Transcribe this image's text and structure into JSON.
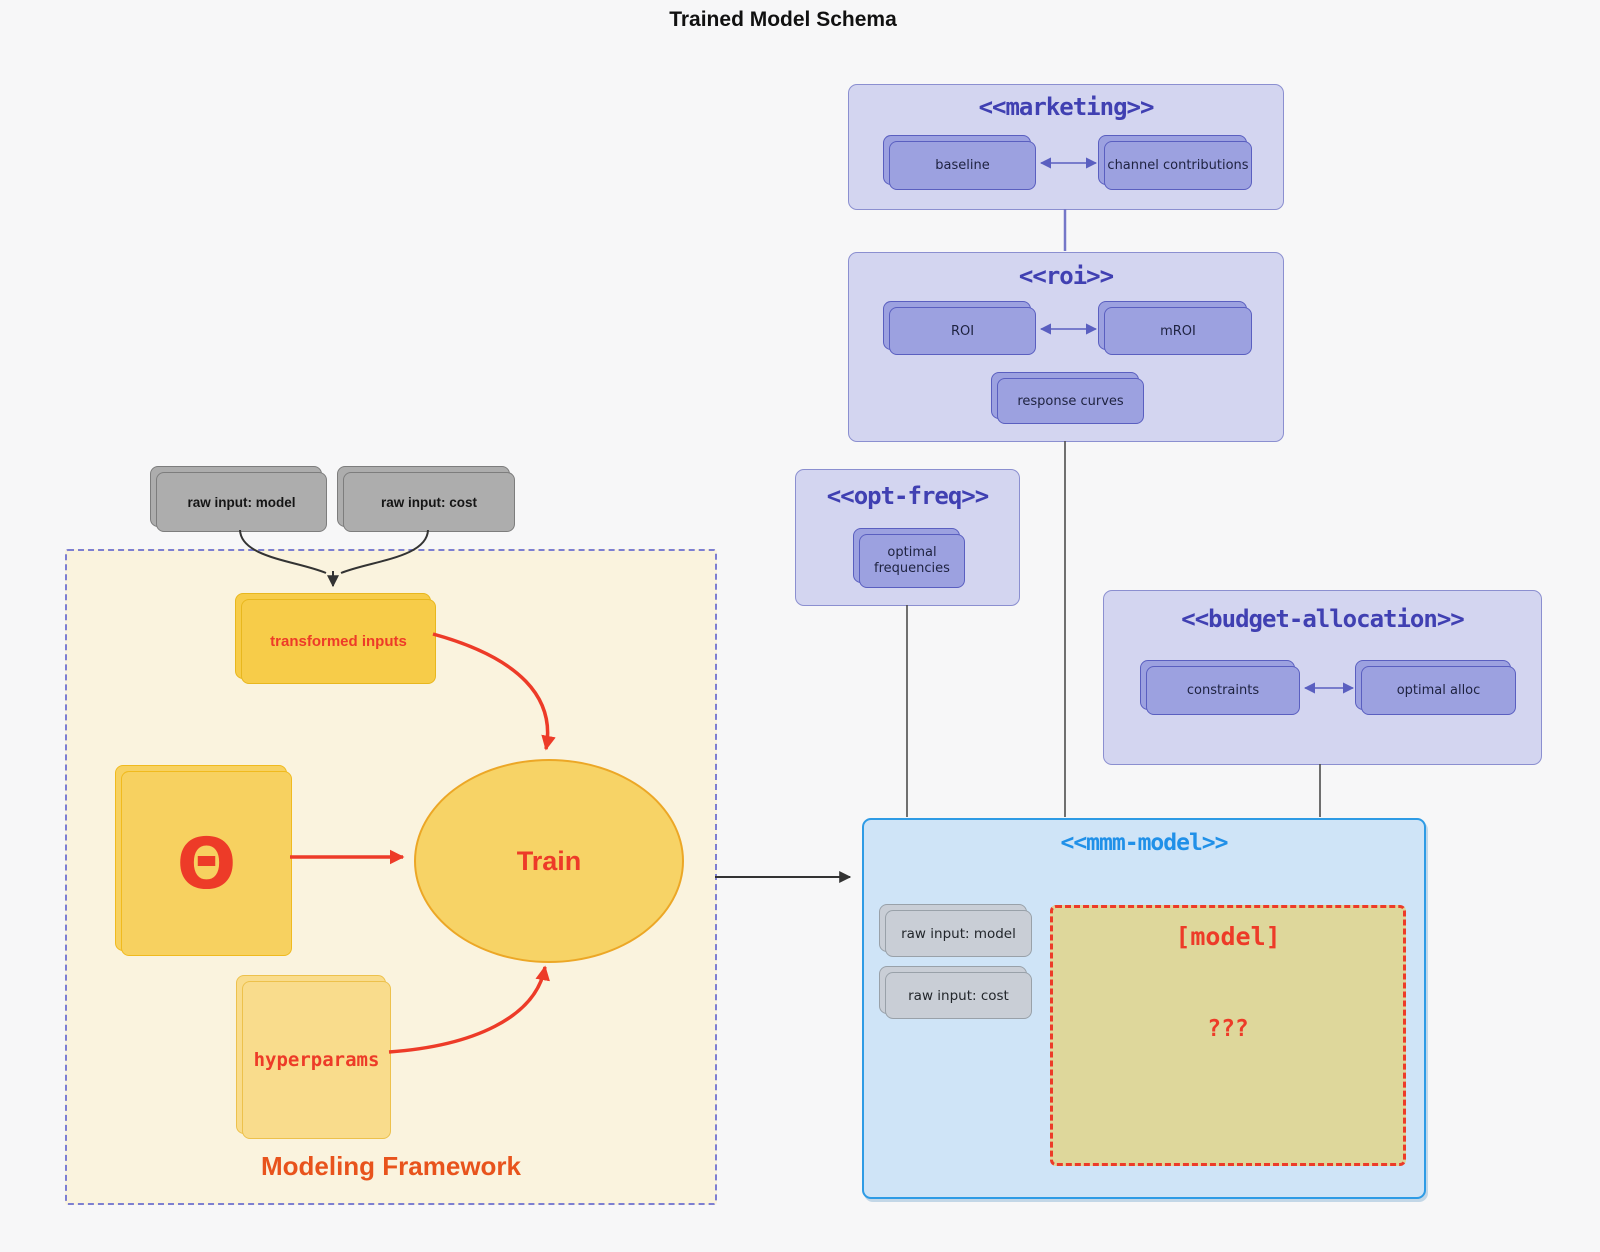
{
  "title": "Trained Model Schema",
  "marketing": {
    "title": "<<marketing>>",
    "baseline": "baseline",
    "channel_contributions": "channel contributions"
  },
  "roi": {
    "title": "<<roi>>",
    "roi": "ROI",
    "mroi": "mROI",
    "response_curves": "response curves"
  },
  "opt_freq": {
    "title": "<<opt-freq>>",
    "optimal_frequencies": "optimal frequencies"
  },
  "budget_allocation": {
    "title": "<<budget-allocation>>",
    "constraints": "constraints",
    "optimal_alloc": "optimal alloc"
  },
  "raw_inputs": {
    "model": "raw input: model",
    "cost": "raw input: cost"
  },
  "framework": {
    "label": "Modeling Framework",
    "transformed_inputs": "transformed inputs",
    "theta": "Θ",
    "train": "Train",
    "hyperparams": "hyperparams"
  },
  "mmm_model": {
    "title": "<<mmm-model>>",
    "raw_model": "raw input: model",
    "raw_cost": "raw input: cost",
    "model_title": "[model]",
    "model_body": "???"
  },
  "colors": {
    "accent_red": "#ed3b28",
    "container_lavender": "#d3d5f0",
    "node_purple": "#9ca1e0",
    "purple_border": "#5a5fc0",
    "mmm_blue_border": "#2e9be5",
    "framework_cream": "#faf3de",
    "yellow_node": "#f7cc49",
    "model_khaki": "#ded79b"
  }
}
